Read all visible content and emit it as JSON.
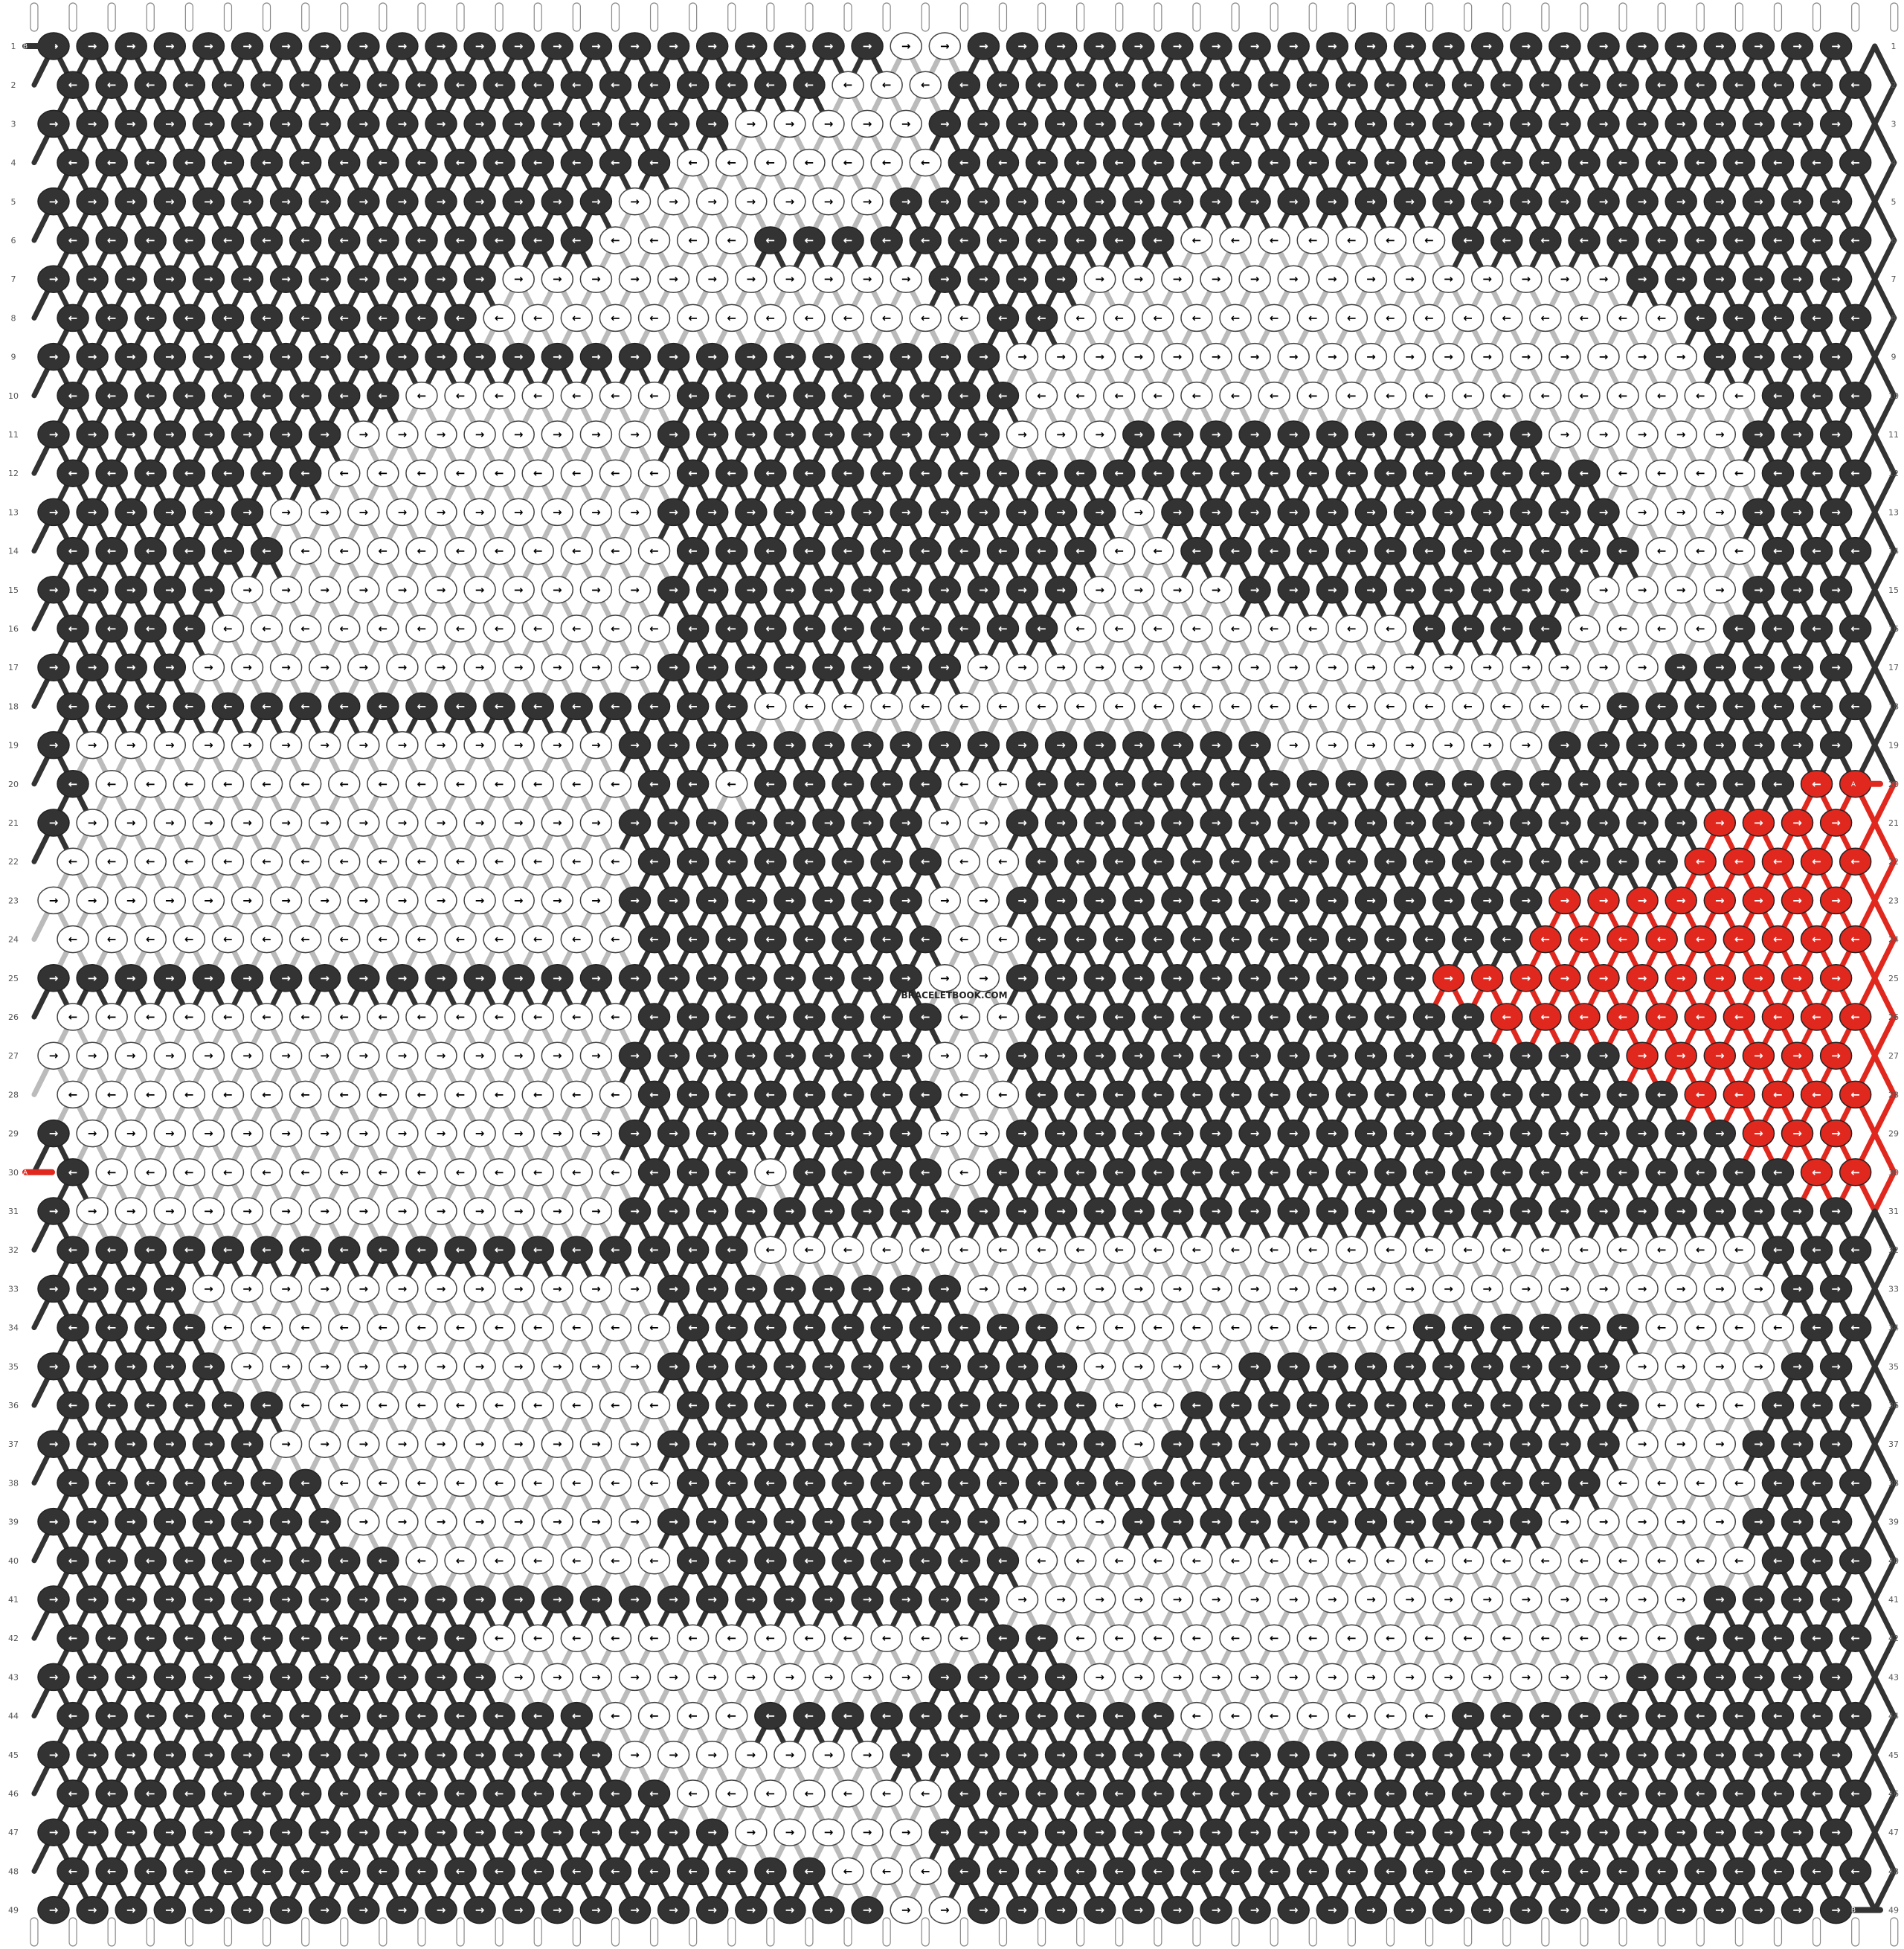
{
  "watermark": "BRACELETBOOK.COM",
  "row_labels": [
    "1",
    "2",
    "3",
    "4",
    "5",
    "6",
    "7",
    "8",
    "9",
    "10",
    "11",
    "12",
    "13",
    "14",
    "15",
    "16",
    "17",
    "18",
    "19",
    "20",
    "21",
    "22",
    "23",
    "24",
    "25",
    "26",
    "27",
    "28",
    "29",
    "30",
    "31",
    "32",
    "33",
    "34",
    "35",
    "36",
    "37",
    "38",
    "39",
    "40",
    "41",
    "42",
    "43",
    "44",
    "45",
    "46",
    "47",
    "48",
    "49"
  ],
  "thread_labels": {
    "left_start": "B",
    "left_mid": "A",
    "right_end": "B",
    "right_mid": "A"
  },
  "colors": {
    "dark": "#333333",
    "light": "#ffffff",
    "red": "#e0281e",
    "outline": "#222222"
  },
  "grid": {
    "rows": 49,
    "knots_per_row": 48
  },
  "pattern_rows": [
    "DDDDDDDDDDDDDDDDDDDDDDLLDDDDDDDDDDDDDDDDDDDDDDDD",
    "DDDDDDDDDDDDDDDDDDDDLLLDDDDDDDDDDDDDDDDDDDDDDDDD",
    "DDDDDDDDDDDDDDDDDDLLLLLDDDDDDDDDDDDDDDDDDDDDDDDD",
    "DDDDDDDDDDDDDDDDLLLLLLLDDDDDDDDDDDDDDDDDDDDDDDDD",
    "DDDDDDDDDDDDDDDLLLLLLLDDDDDDDDDDDDDDDDDDDDDDDDDD",
    "DDDDDDDDDDDDDDLLLLDDDDDDDDDDDLLLLLLLDDDDDDDDDDDD",
    "DDDDDDDDDDDDLLLLLLLLLLLDDDDLLLLLLLLLLLLLLDDDDDDD",
    "DDDDDDDDDDDLLLLLLLLLLLLLDDLLLLLLLLLLLLLLLLDDDDDD",
    "DDDDDDDDDDDDDDDDDDDDDDDDDLLLLLLLLLLLLLLLLLLDDDDD",
    "DDDDDDDDDLLLLLLLDDDDDDDDDLLLLLLLLLLLLLLLLLLLDDDD",
    "DDDDDDDDLLLLLLLLDDDDDDDDDLLLDDDDDDDDDDDLLLLLDDDD",
    "DDDDDDDLLLLLLLLLDDDDDDDDDDDDDDDDDDDDDDDDLLLLDDDD",
    "DDDDDDLLLLLLLLLLDDDDDDDDDDDDLDDDDDDDDDDDDLLLDDDD",
    "DDDDDDLLLLLLLLLLDDDDDDDDDDDLLDDDDDDDDDDDDLLLDDDD",
    "DDDDDLLLLLLLLLLLDDDDDDDDDDDLLLLDDDDDDDDDLLLLDDDD",
    "DDDDLLLLLLLLLLLLDDDDDDDDDDLLLLLLLLLDDDDLLLLDDDDD",
    "DDDDLLLLLLLLLLLLDDDDDDDDLLLLLLLLLLLLLLLLLLDDDDDD",
    "DDDDDDDDDDDDDDDDDDLLLLLLLLLLLLLLLLLLLLLLDDDDDDDD",
    "DLLLLLLLLLLLLLLDDDDDDDDDDDDDDDDDLLLLLLLDDDDDDDDD",
    "DLLLLLLLLLLLLLLDDLDDDDDLLDDDDDDDDDDDDDDDDDDDDRRRR",
    "DLLLLLLLLLLLLLLDDDDDDDDLLDDDDDDDDDDDDDDDDDDRRRRRR",
    "LLLLLLLLLLLLLLLDDDDDDDDLLDDDDDDDDDDDDDDDDDRRRRRRR",
    "LLLLLLLLLLLLLLLDDDDDDDDLLDDDDDDDDDDDDDDRRRRRRRRRR",
    "LLLLLLLLLLLLLLLDDDDDDDDLLDDDDDDDDDDDDDRRRRRRRRRRR",
    "DDDDDDDDDDDDDDDDDDDDDDDLLDDDDDDDDDDDRRRRRRRRRRRRR",
    "LLLLLLLLLLLLLLLDDDDDDDDLLDDDDDDDDDDDDRRRRRRRRRRRR",
    "LLLLLLLLLLLLLLLDDDDDDDDLLDDDDDDDDDDDDDDDDRRRRRRRR",
    "LLLLLLLLLLLLLLLDDDDDDDDLLDDDDDDDDDDDDDDDDDRRRRRRR",
    "DLLLLLLLLLLLLLLDDDDDDDDLLDDDDDDDDDDDDDDDDDDDRRRRR",
    "DLLLLLLLLLLLLLLDDDLDDDDLDDDDDDDDDDDDDDDDDDDDDRRRR",
    "DLLLLLLLLLLLLLLDDDDDDDDDDDDDDDDDDDDDDDDDDDDDDDDDD",
    "DDDDDDDDDDDDDDDDDDLLLLLLLLLLLLLLLLLLLLLLLLLLDDDDD",
    "DDDDLLLLLLLLLLLLDDDDDDDDLLLLLLLLLLLLLLLLLLLLLDDDD",
    "DDDDLLLLLLLLLLLLDDDDDDDDDDLLLLLLLLLDDDDDDLLLLDDDD",
    "DDDDDLLLLLLLLLLLDDDDDDDDDDDLLLLDDDDDDDDDDLLLLDDDD",
    "DDDDDDLLLLLLLLLLDDDDDDDDDDDLLDDDDDDDDDDDDLLLDDDDD",
    "DDDDDDLLLLLLLLLLDDDDDDDDDDDDLDDDDDDDDDDDDLLLDDDDD",
    "DDDDDDDLLLLLLLLLDDDDDDDDDDDDDDDDDDDDDDDDLLLLDDDDD",
    "DDDDDDDDLLLLLLLLDDDDDDDDDLLLDDDDDDDDDDDLLLLLDDDDD",
    "DDDDDDDDDLLLLLLLDDDDDDDDDLLLLLLLLLLLLLLLLLLLDDDDD",
    "DDDDDDDDDDDDDDDDDDDDDDDDDLLLLLLLLLLLLLLLLLLDDDDDD",
    "DDDDDDDDDDDLLLLLLLLLLLLLDDLLLLLLLLLLLLLLLLDDDDDDD",
    "DDDDDDDDDDDDLLLLLLLLLLLDDDDLLLLLLLLLLLLLLDDDDDDDD",
    "DDDDDDDDDDDDDDLLLLDDDDDDDDDDDLLLLLLLDDDDDDDDDDDDD",
    "DDDDDDDDDDDDDDDLLLLLLLDDDDDDDDDDDDDDDDDDDDDDDDDDD",
    "DDDDDDDDDDDDDDDDLLLLLLLDDDDDDDDDDDDDDDDDDDDDDDDDD",
    "DDDDDDDDDDDDDDDDDDLLLLLDDDDDDDDDDDDDDDDDDDDDDDDDD",
    "DDDDDDDDDDDDDDDDDDDDLLLDDDDDDDDDDDDDDDDDDDDDDDDDD",
    "DDDDDDDDDDDDDDDDDDDDDDLLDDDDDDDDDDDDDDDDDDDDDDDDD"
  ]
}
